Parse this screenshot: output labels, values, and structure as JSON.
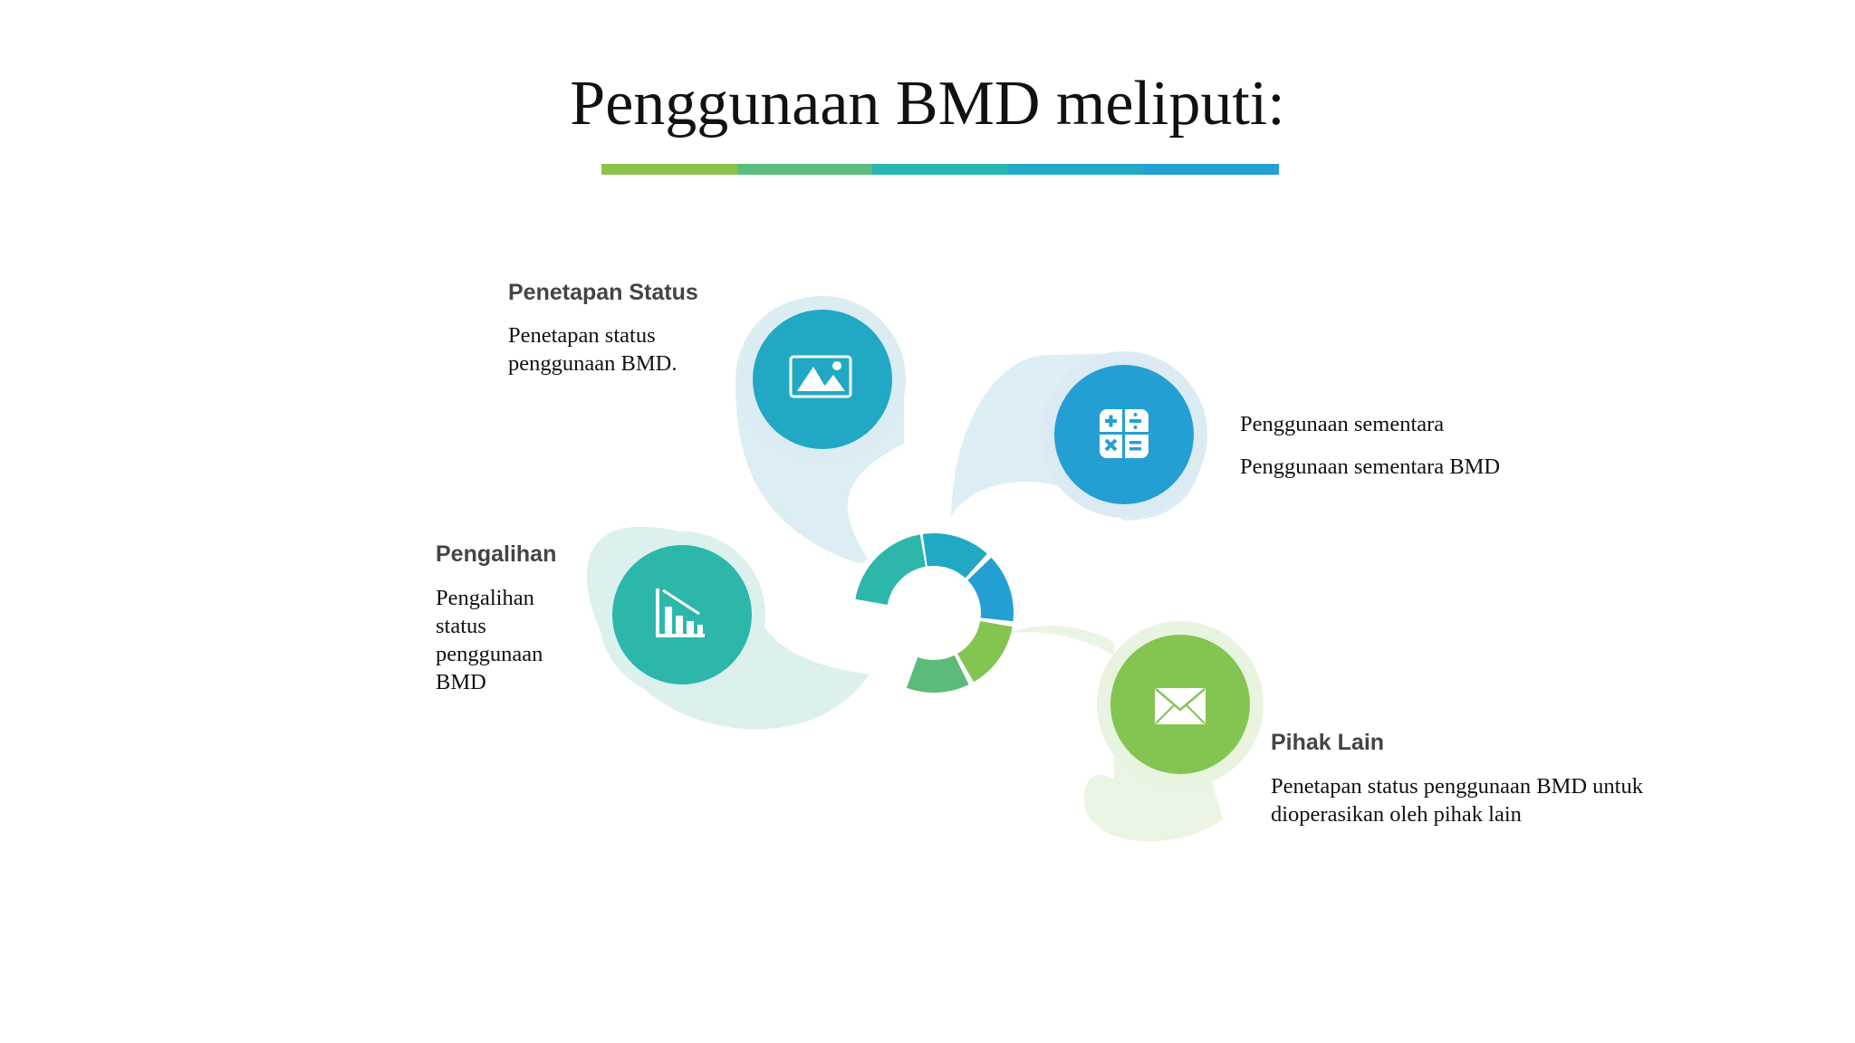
{
  "title": "Penggunaan BMD meliputi:",
  "colors": {
    "accent_bar": [
      "#8bc34a",
      "#5bbd7d",
      "#2bb5b0",
      "#24aac6",
      "#239fd6"
    ],
    "teal": "#21a8c4",
    "blue": "#249fd4",
    "green_teal": "#2db7ab",
    "green": "#84c450",
    "ring_green_mid": "#5dbb79"
  },
  "items": [
    {
      "id": "penetapan-status",
      "heading": "Penetapan Status",
      "description": "Penetapan status penggunaan BMD.",
      "icon": "image-icon"
    },
    {
      "id": "penggunaan-sementara",
      "heading": "Penggunaan sementara",
      "description": "Penggunaan sementara BMD",
      "icon": "calculator-icon"
    },
    {
      "id": "pengalihan",
      "heading": "Pengalihan",
      "description": "Pengalihan status penggunaan BMD",
      "icon": "bar-chart-icon"
    },
    {
      "id": "pihak-lain",
      "heading": "Pihak Lain",
      "description": "Penetapan status penggunaan BMD untuk  dioperasikan oleh pihak lain",
      "icon": "envelope-icon"
    }
  ]
}
